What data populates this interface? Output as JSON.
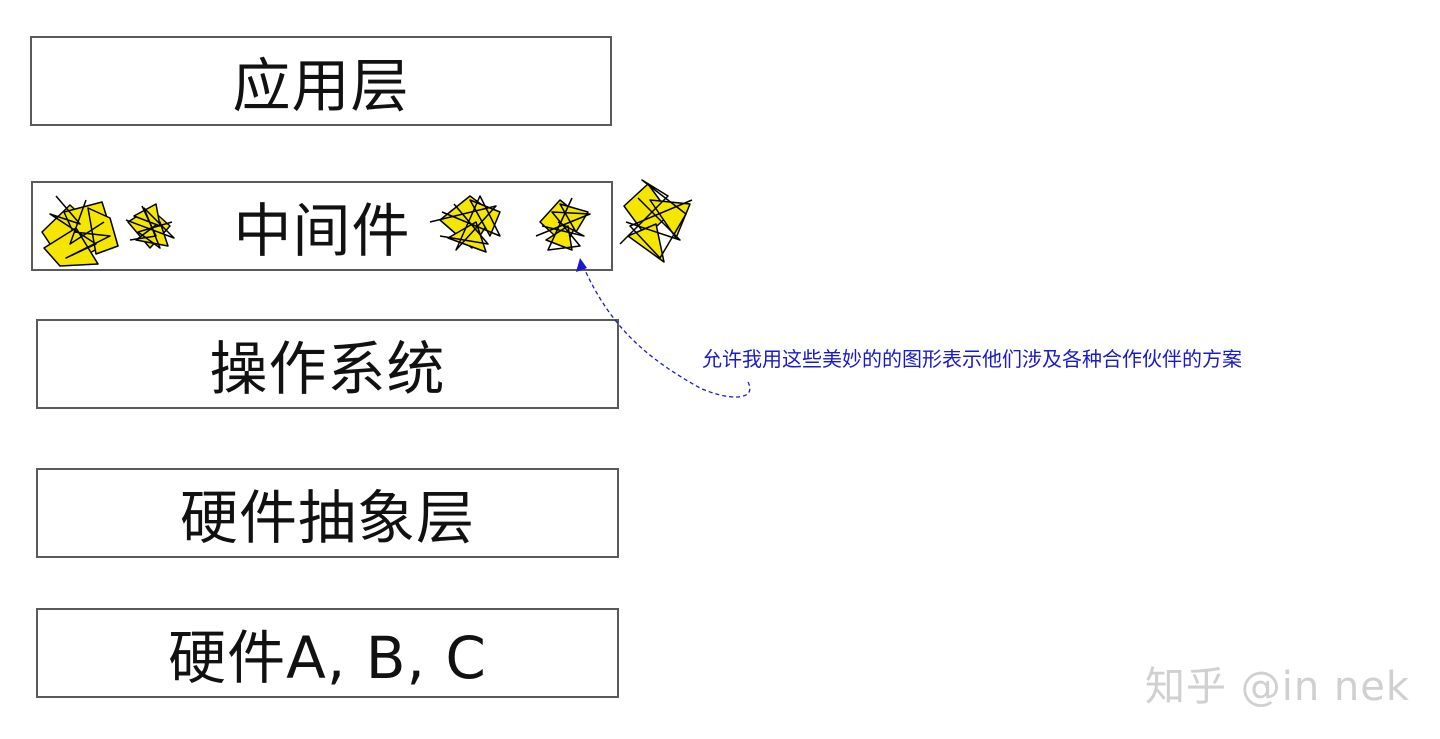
{
  "layers": {
    "application": "应用层",
    "middleware": "中间件",
    "os": "操作系统",
    "hal": "硬件抽象层",
    "hardware": "硬件A, B, C"
  },
  "annotation": "允许我用这些美妙的的图形表示他们涉及各种合作伙伴的方案",
  "watermark": "知乎 @in nek",
  "colors": {
    "box_border": "#5a5a5a",
    "text": "#111111",
    "annotation": "#1a1acc",
    "doodle_fill": "#f5e600",
    "doodle_stroke": "#000000",
    "watermark": "#d0d0d0"
  },
  "icons": [
    "doodle-icon",
    "doodle-icon",
    "doodle-icon",
    "doodle-icon",
    "doodle-icon",
    "arrowhead-icon"
  ]
}
